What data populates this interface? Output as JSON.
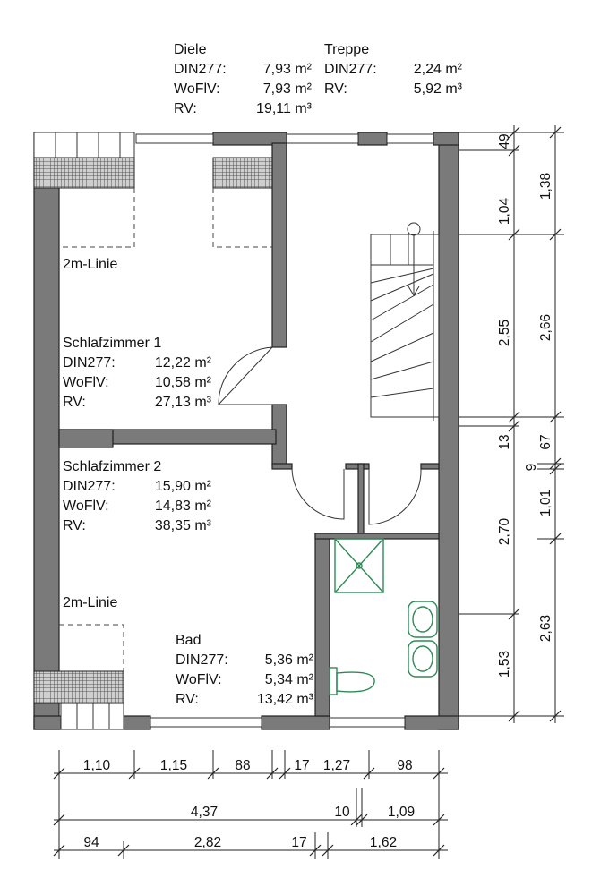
{
  "rooms": {
    "diele": {
      "name": "Diele",
      "din_label": "DIN277:",
      "din": "7,93 m²",
      "wofiv_label": "WoFlV:",
      "wofiv": "7,93 m²",
      "rv_label": "RV:",
      "rv": "19,11 m³"
    },
    "treppe": {
      "name": "Treppe",
      "din_label": "DIN277:",
      "din": "2,24 m²",
      "rv_label": "RV:",
      "rv": "5,92 m³"
    },
    "schlafzimmer1": {
      "name": "Schlafzimmer 1",
      "din_label": "DIN277:",
      "din": "12,22 m²",
      "wofiv_label": "WoFlV:",
      "wofiv": "10,58 m²",
      "rv_label": "RV:",
      "rv": "27,13 m³"
    },
    "schlafzimmer2": {
      "name": "Schlafzimmer 2",
      "din_label": "DIN277:",
      "din": "15,90 m²",
      "wofiv_label": "WoFlV:",
      "wofiv": "14,83 m²",
      "rv_label": "RV:",
      "rv": "38,35 m³"
    },
    "bad": {
      "name": "Bad",
      "din_label": "DIN277:",
      "din": "5,36 m²",
      "wofiv_label": "WoFlV:",
      "wofiv": "5,34 m²",
      "rv_label": "RV:",
      "rv": "13,42 m³"
    }
  },
  "labels": {
    "line_2m_top": "2m-Linie",
    "line_2m_bottom": "2m-Linie"
  },
  "dimensions": {
    "right_inner": [
      "49",
      "1,04",
      "2,55",
      "13",
      "2,70",
      "1,53"
    ],
    "right_outer": [
      "1,38",
      "2,66",
      "67",
      "9",
      "1,01",
      "2,63"
    ],
    "bottom_row1": [
      "1,10",
      "1,15",
      "88",
      "17",
      "1,27",
      "98"
    ],
    "bottom_row2": [
      "4,37",
      "10",
      "1,09"
    ],
    "bottom_row3": [
      "94",
      "2,82",
      "17",
      "1,62"
    ]
  },
  "colors": {
    "wall": "#7a7a7a",
    "fixture": "#2d8a57"
  }
}
